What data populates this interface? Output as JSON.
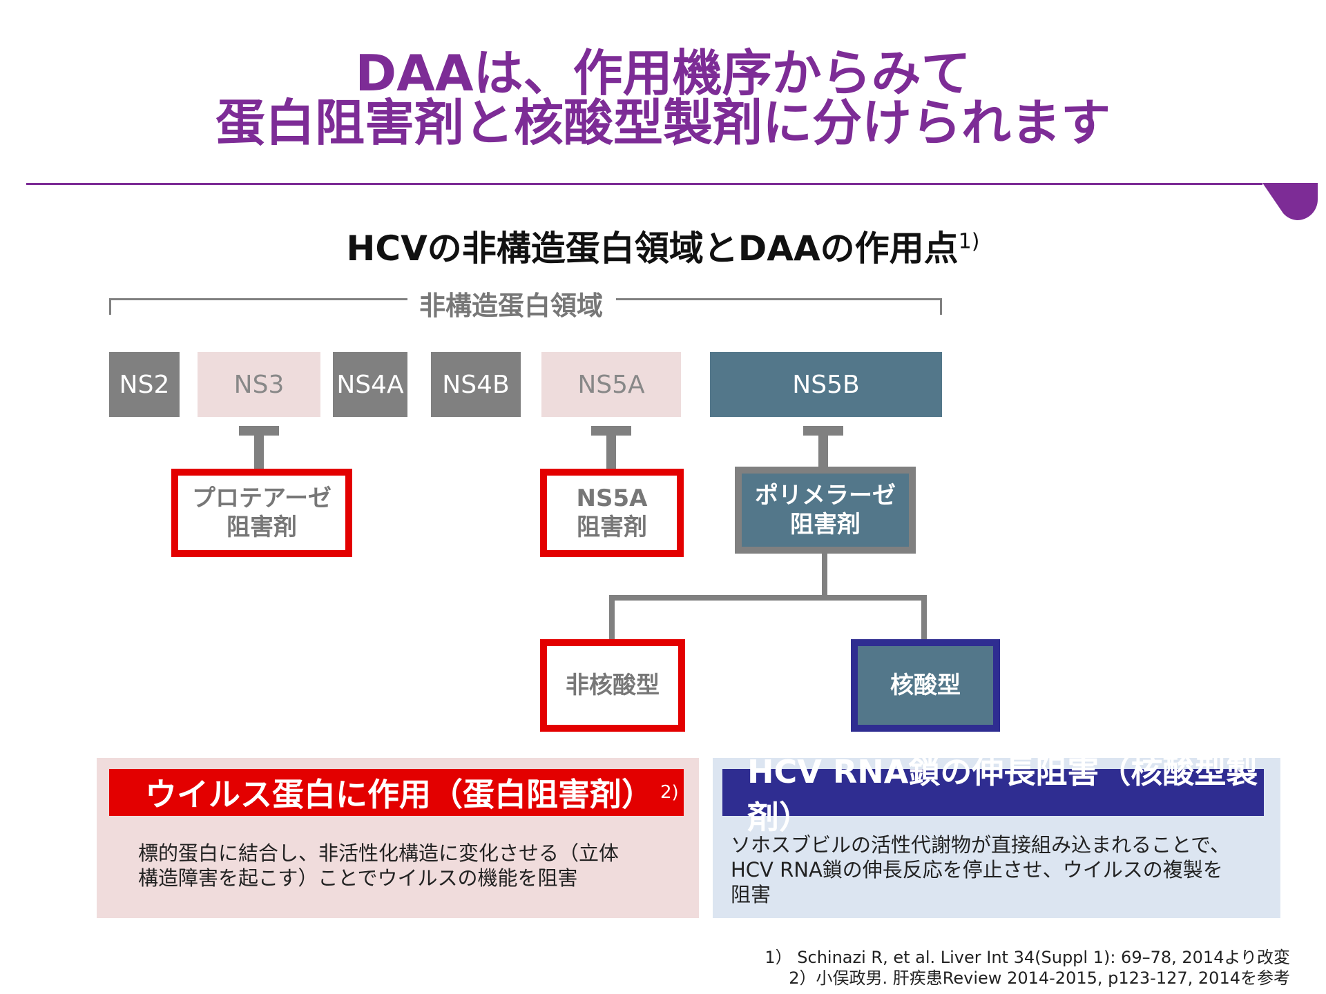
{
  "title": {
    "line1": "DAAは、作用機序からみて",
    "line2": "蛋白阻害剤と核酸型製剤に分けられます"
  },
  "subtitle": {
    "text": "HCVの非構造蛋白領域とDAAの作用点",
    "ref": "1)"
  },
  "region_label": "非構造蛋白領域",
  "proteins": [
    "NS2",
    "NS3",
    "NS4A",
    "NS4B",
    "NS5A",
    "NS5B"
  ],
  "inhibitors": {
    "protease": {
      "line1": "プロテアーゼ",
      "line2": "阻害剤"
    },
    "ns5a": {
      "line1": "NS5A",
      "line2": "阻害剤"
    },
    "polymerase": {
      "line1": "ポリメラーゼ",
      "line2": "阻害剤"
    }
  },
  "polymerase_types": {
    "non_nucleoside": "非核酸型",
    "nucleoside": "核酸型"
  },
  "panel_left": {
    "heading": "ウイルス蛋白に作用（蛋白阻害剤）",
    "ref": "2)",
    "text_line1": "標的蛋白に結合し、非活性化構造に変化させる（立体",
    "text_line2": "構造障害を起こす）ことでウイルスの機能を阻害"
  },
  "panel_right": {
    "heading": "HCV RNA鎖の伸長阻害（核酸型製剤）",
    "text_line1": "ソホスブビルの活性代謝物が直接組み込まれることで、",
    "text_line2": "HCV RNA鎖の伸長反応を停止させ、ウイルスの複製を",
    "text_line3": "阻害"
  },
  "references": {
    "ref1": "1） Schinazi R, et al. Liver Int 34(Suppl 1): 69–78, 2014より改変",
    "ref2": "2）小俣政男. 肝疾患Review 2014-2015, p123-127, 2014を参考"
  },
  "colors": {
    "accent_purple": "#7d2c96",
    "inhibitor_border_red": "#e30000",
    "nucleoside_border_navy": "#2f2d91",
    "ns5b_blue": "#53778a",
    "protein_gray": "#808080",
    "protein_pink": "#eedcdc",
    "panel_left_bg": "#f0dcdc",
    "panel_right_bg": "#dce5f1"
  }
}
